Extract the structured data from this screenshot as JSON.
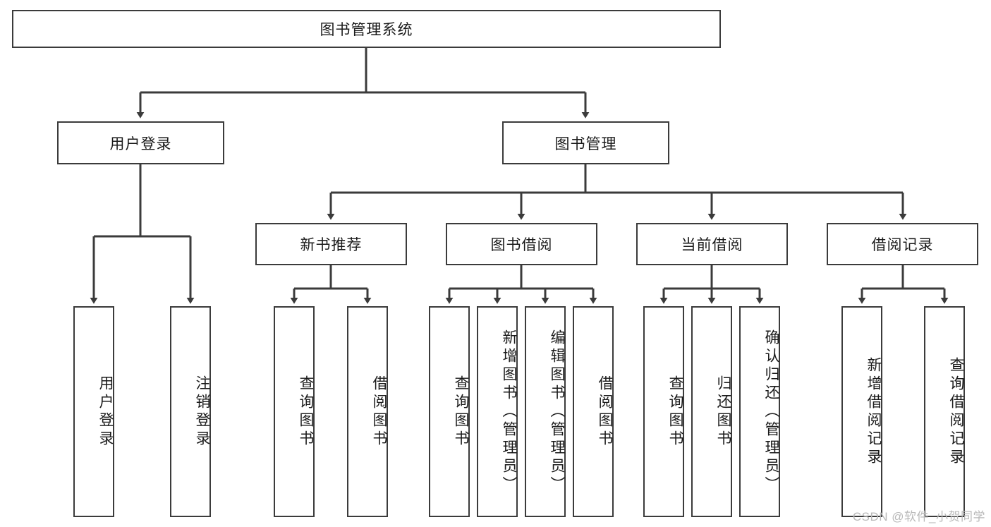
{
  "diagram": {
    "title": "图书管理系统",
    "type": "hierarchy-tree",
    "colors": {
      "border": "#3b3b3b",
      "fill": "#ffffff",
      "text": "#1a1a1a",
      "edge": "#3b3b3b",
      "watermark": "#b9b9b9"
    },
    "levels": {
      "root": {
        "label": "图书管理系统"
      },
      "level2": [
        {
          "label": "用户登录"
        },
        {
          "label": "图书管理"
        }
      ],
      "level3": [
        {
          "label": "新书推荐"
        },
        {
          "label": "图书借阅"
        },
        {
          "label": "当前借阅"
        },
        {
          "label": "借阅记录"
        }
      ],
      "leaves": [
        {
          "label": "用户登录",
          "parent": "用户登录"
        },
        {
          "label": "注销登录",
          "parent": "用户登录"
        },
        {
          "label": "查询图书",
          "parent": "新书推荐"
        },
        {
          "label": "借阅图书",
          "parent": "新书推荐"
        },
        {
          "label": "查询图书",
          "parent": "图书借阅"
        },
        {
          "label": "新增图书（管理员）",
          "parent": "图书借阅"
        },
        {
          "label": "编辑图书（管理员）",
          "parent": "图书借阅"
        },
        {
          "label": "借阅图书",
          "parent": "图书借阅"
        },
        {
          "label": "查询图书",
          "parent": "当前借阅"
        },
        {
          "label": "归还图书",
          "parent": "当前借阅"
        },
        {
          "label": "确认归还（管理员）",
          "parent": "当前借阅"
        },
        {
          "label": "新增借阅记录",
          "parent": "借阅记录"
        },
        {
          "label": "查询借阅记录",
          "parent": "借阅记录"
        }
      ]
    }
  },
  "watermark": {
    "text": "CSDN @软件_小贺同学"
  }
}
